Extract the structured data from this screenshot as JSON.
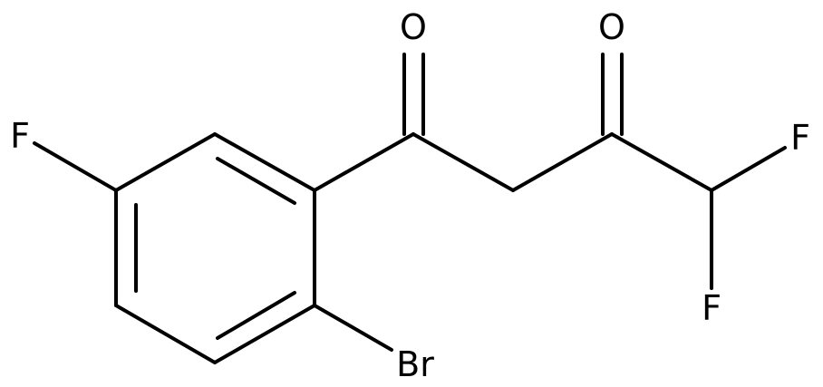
{
  "molecule": {
    "atoms": {
      "fluoro_ring": "F",
      "bromo": "Br",
      "carbonyl_o1": "O",
      "carbonyl_o2": "O",
      "difluoro_f1": "F",
      "difluoro_f2": "F"
    }
  },
  "colors": {
    "bond": "#000000",
    "label": "#000000",
    "background": "#ffffff"
  }
}
